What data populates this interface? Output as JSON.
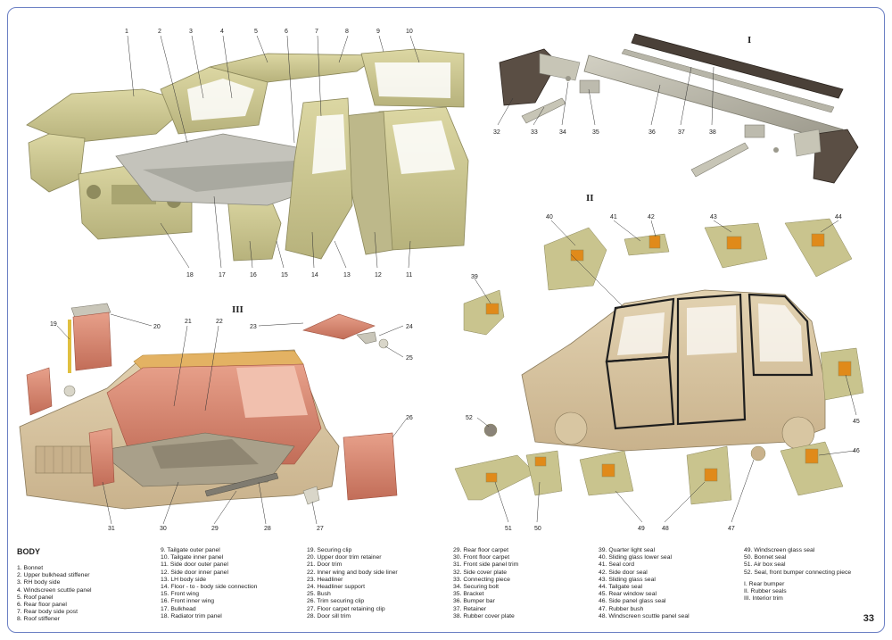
{
  "section_title": "BODY",
  "page_number": "33",
  "roman_labels": {
    "i": "I",
    "ii": "II",
    "iii": "III"
  },
  "colors": {
    "panel": "#c9c48e",
    "panel_dark": "#9e9a68",
    "lining": "#d98a74",
    "lining_dark": "#b7604d",
    "roof_lining": "#d9b06a",
    "seal_orange": "#e08a1a",
    "bumper_dark": "#4a4038",
    "grey": "#b9b9b9",
    "border": "#6b7fc4"
  },
  "callouts": {
    "c1": "1",
    "c2": "2",
    "c3": "3",
    "c4": "4",
    "c5": "5",
    "c6": "6",
    "c7": "7",
    "c8": "8",
    "c9": "9",
    "c10": "10",
    "c11": "11",
    "c12": "12",
    "c13": "13",
    "c14": "14",
    "c15": "15",
    "c16": "16",
    "c17": "17",
    "c18": "18",
    "c19": "19",
    "c20": "20",
    "c21": "21",
    "c22": "22",
    "c23": "23",
    "c24": "24",
    "c25": "25",
    "c26": "26",
    "c27": "27",
    "c28": "28",
    "c29": "29",
    "c30": "30",
    "c31": "31",
    "c32": "32",
    "c33": "33",
    "c34": "34",
    "c35": "35",
    "c36": "36",
    "c37": "37",
    "c38": "38",
    "c39": "39",
    "c40": "40",
    "c41": "41",
    "c42": "42",
    "c43": "43",
    "c44": "44",
    "c45": "45",
    "c46": "46",
    "c47": "47",
    "c48": "48",
    "c49": "49",
    "c50": "50",
    "c51": "51",
    "c52": "52"
  },
  "legend_columns": [
    [
      "1. Bonnet",
      "2. Upper bulkhead stiffener",
      "3. RH body side",
      "4. Windscreen scuttle panel",
      "5. Roof panel",
      "6. Rear floor panel",
      "7. Rear body side post",
      "8. Roof stiffener"
    ],
    [
      "9. Tailgate outer panel",
      "10. Tailgate inner panel",
      "11. Side door outer panel",
      "12. Side door inner panel",
      "13. LH body side",
      "14. Floor - to - body side  connection",
      "15. Front wing",
      "16. Front inner wing",
      "17. Bulkhead",
      "18. Radiator trim panel"
    ],
    [
      "19. Securing clip",
      "20. Upper door trim retainer",
      "21. Door trim",
      "22. Inner wing and body side liner",
      "23. Headliner",
      "24. Headliner support",
      "25. Bush",
      "26. Trim securing clip",
      "27. Floor carpet retaining clip",
      "28. Door sill trim"
    ],
    [
      "29. Rear floor carpet",
      "30. Front floor carpet",
      "31. Front side panel trim",
      "32. Side cover plate",
      "33. Connecting piece",
      "34. Securing bolt",
      "35. Bracket",
      "36. Bumper bar",
      "37. Retainer",
      "38. Rubber cover plate"
    ],
    [
      "39. Quarter light seal",
      "40. Sliding glass lower seal",
      "41. Seal cord",
      "42. Side door seal",
      "43. Sliding glass seal",
      "44. Tailgate seal",
      "45. Rear window seal",
      "46. Side panel glass seal",
      "47. Rubber bush",
      "48. Windscreen scuttle panel seal"
    ],
    [
      "49. Windscreen glass seal",
      "50. Bonnet seal",
      "51. Air box seal",
      "52. Seal, front bumper connecting piece",
      "",
      "I.    Rear bumper",
      "II.   Rubber seals",
      "III.  Interior trim"
    ]
  ]
}
